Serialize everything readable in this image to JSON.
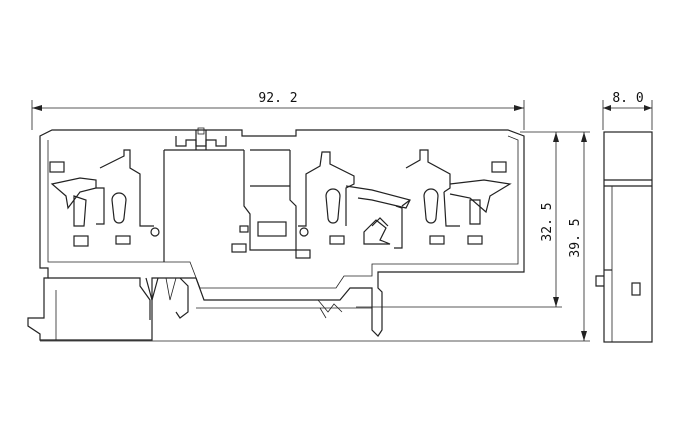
{
  "dimensions": {
    "width_main": "92. 2",
    "height_inner": "32. 5",
    "height_total": "39. 5",
    "width_side": "8. 0"
  },
  "colors": {
    "line": "#222222",
    "background": "#ffffff"
  }
}
